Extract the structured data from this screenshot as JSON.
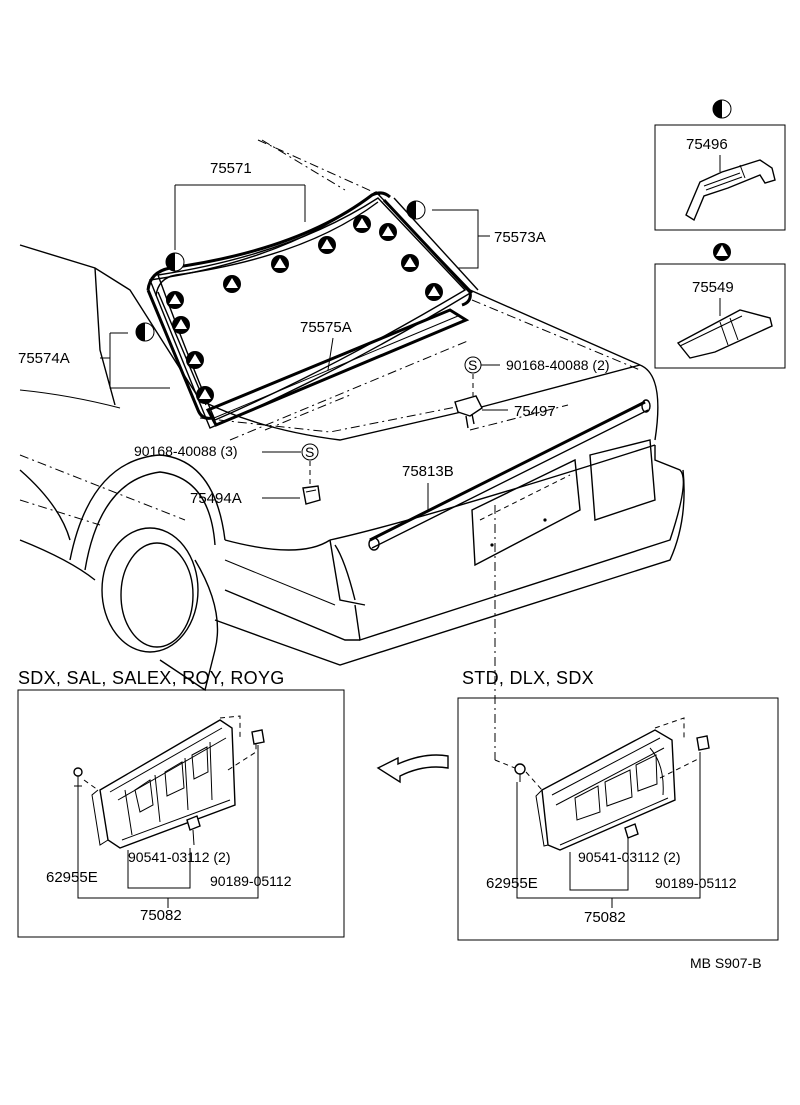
{
  "diagram": {
    "part_labels": {
      "p75571": "75571",
      "p75573A": "75573A",
      "p75574A": "75574A",
      "p75575A": "75575A",
      "p75496": "75496",
      "p75549": "75549",
      "p9016840088_2": "90168-40088 (2)",
      "p75497": "75497",
      "p9016840088_3": "90168-40088 (3)",
      "p75813B": "75813B",
      "p75494A": "75494A"
    },
    "symbols": {
      "s_mark": "S"
    },
    "left_panel": {
      "header": "SDX, SAL, SALEX, ROY, ROYG",
      "labels": {
        "bolt": "90541-03112 (2)",
        "clip": "62955E",
        "nut": "90189-05112",
        "assy": "75082"
      }
    },
    "right_panel": {
      "header": "STD, DLX, SDX",
      "labels": {
        "bolt": "90541-03112 (2)",
        "clip": "62955E",
        "nut": "90189-05112",
        "assy": "75082"
      }
    },
    "footer_code": "MB  S907-B"
  }
}
